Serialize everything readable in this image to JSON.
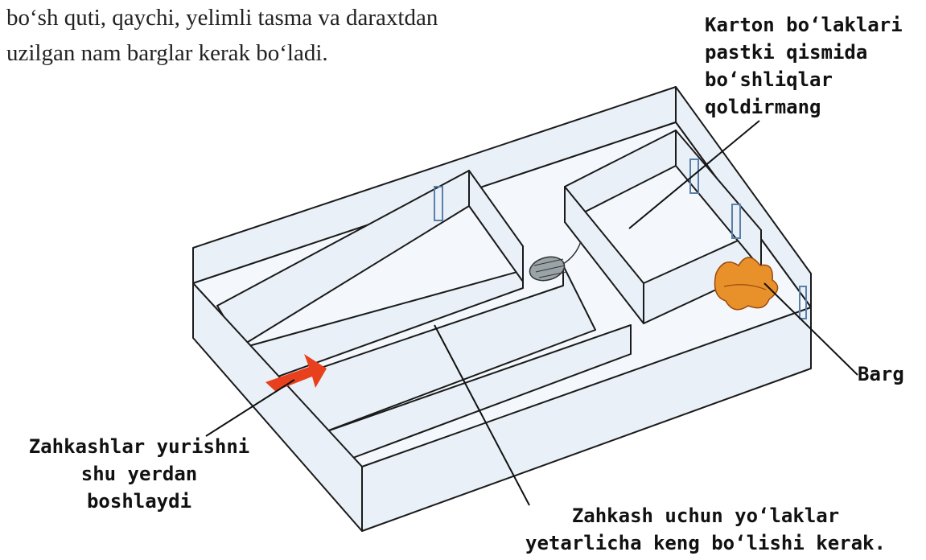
{
  "intro": {
    "line1": "bo‘sh quti, qaychi, yelimli tasma va daraxtdan",
    "line2": "uzilgan nam barglar kerak bo‘ladi."
  },
  "labels": {
    "top": [
      "Karton bo‘laklari",
      "pastki qismida",
      "bo‘shliqlar",
      "qoldirmang"
    ],
    "leaf": "Barg",
    "start": [
      "Zahkashlar yurishni",
      "shu yerdan",
      "boshlaydi"
    ],
    "width": [
      "Zahkash uchun yo‘laklar",
      "yetarlicha keng bo‘lishi kerak."
    ]
  },
  "colors": {
    "wall": "#e9f0f7",
    "wall_outline": "#1a1a1a",
    "arrow": "#e8401c",
    "leaf": "#e8912a",
    "door": "#5a7fa8"
  },
  "icons": [
    "start-arrow-icon",
    "woodlouse-icon",
    "leaf-icon",
    "door-icon"
  ]
}
